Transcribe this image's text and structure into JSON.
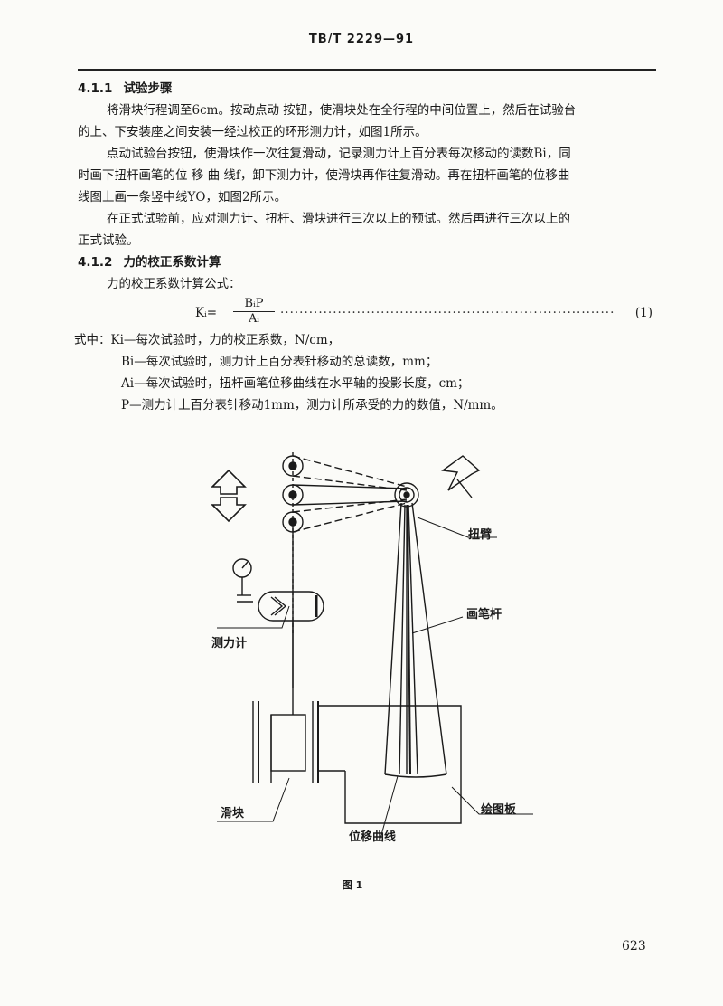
{
  "header": {
    "standard_no": "TB/T 2229—91"
  },
  "section1": {
    "number": "4.1.1",
    "title": "试验步骤",
    "p1_line1": "将滑块行程调至6cm。按动点动 按钮，使滑块处在全行程的中间位置上，然后在试验台",
    "p1_line2": "的上、下安装座之间安装一经过校正的环形测力计，如图1所示。",
    "p2_line1": "点动试验台按钮，使滑块作一次往复滑动，记录测力计上百分表每次移动的读数Bi，同",
    "p2_line2": "时画下扭杆画笔的位 移 曲 线f，卸下测力计，使滑块再作往复滑动。再在扭杆画笔的位移曲",
    "p2_line3": "线图上画一条竖中线YO，如图2所示。",
    "p3_line1": "在正式试验前，应对测力计、扭杆、滑块进行三次以上的预试。然后再进行三次以上的",
    "p3_line2": "正式试验。"
  },
  "section2": {
    "number": "4.1.2",
    "title": "力的校正系数计算",
    "intro": "力的校正系数计算公式：",
    "formula_lhs": "Kᵢ=",
    "formula_num": "BᵢP",
    "formula_den": "Aᵢ",
    "formula_dots": "··································································································",
    "formula_eqno": "(1)",
    "where_1": "式中：Ki—每次试验时，力的校正系数，N/cm，",
    "where_2": "Bi—每次试验时，测力计上百分表针移动的总读数，mm；",
    "where_3": "Ai—每次试验时，扭杆画笔位移曲线在水平轴的投影长度，cm；",
    "where_4": "P—测力计上百分表针移动1mm，测力计所承受的力的数值，N/mm。"
  },
  "figure": {
    "label_arm": "扭臂",
    "label_pen": "画笔杆",
    "label_dynamometer": "测力计",
    "label_slider": "滑块",
    "label_board": "绘图板",
    "label_curve": "位移曲线",
    "caption": "图 1"
  },
  "page_number": "623"
}
